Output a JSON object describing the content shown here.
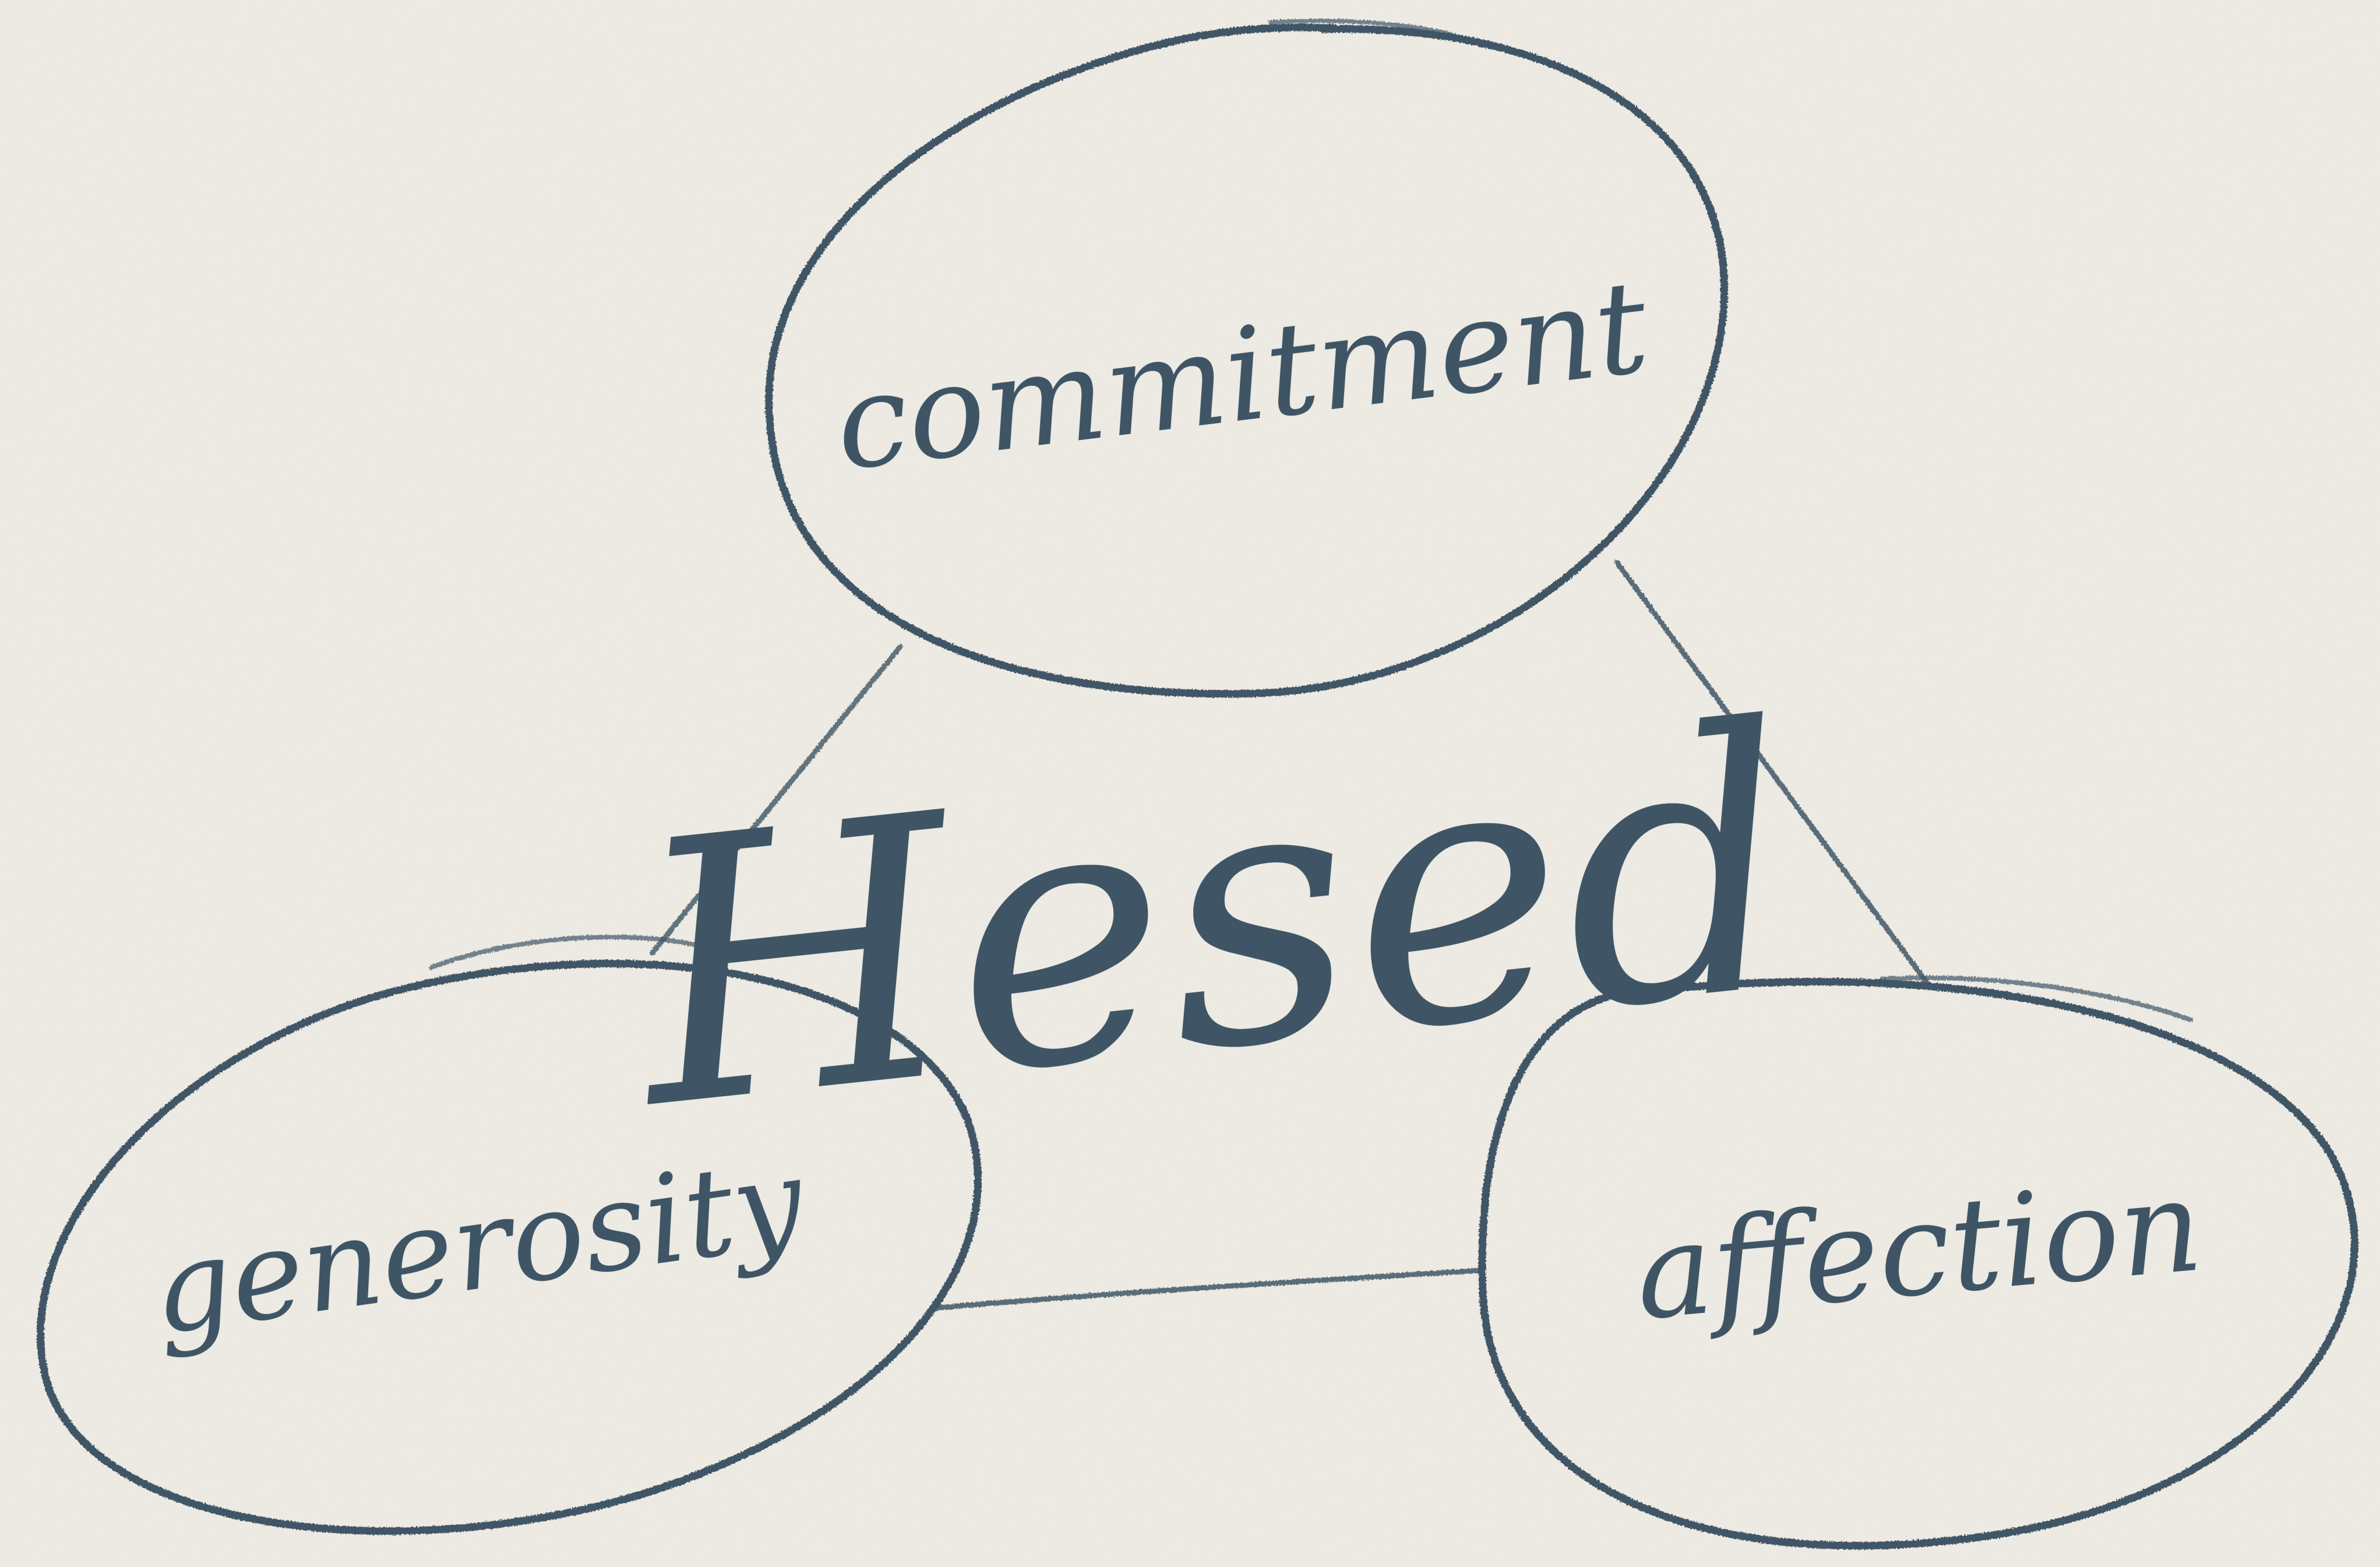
{
  "diagram": {
    "center_label": "Hesed",
    "nodes": {
      "top": {
        "label": "commitment"
      },
      "left": {
        "label": "generosity"
      },
      "right": {
        "label": "affection"
      }
    }
  },
  "colors": {
    "paper": "#efede5",
    "ink": "#3f5566"
  }
}
